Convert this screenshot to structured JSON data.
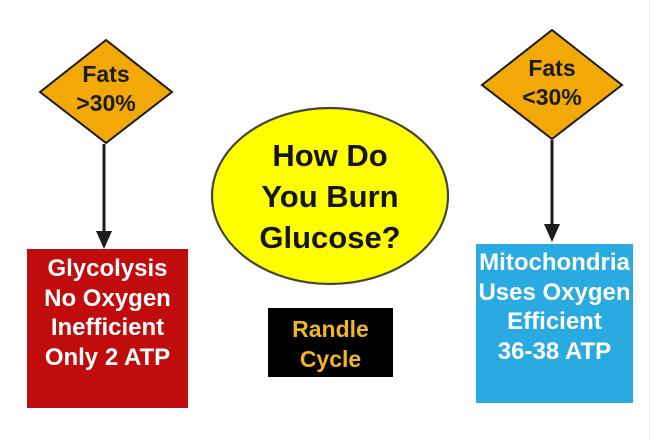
{
  "colors": {
    "canvas-bg": "#FFFFFF",
    "gold": "#F2A907",
    "gold-text": "#F0B429",
    "red": "#C00C0C",
    "blue": "#29ABE2",
    "yellow": "#FFFF00",
    "black": "#000000",
    "ink": "#1C1C1C",
    "white-text": "#FFFFFF"
  },
  "diagram": {
    "left_diamond": {
      "lines": [
        "Fats",
        ">30%"
      ]
    },
    "right_diamond": {
      "lines": [
        "Fats",
        "<30%"
      ]
    },
    "center_ellipse": {
      "lines": [
        "How Do",
        "You Burn",
        "Glucose?"
      ]
    },
    "red_box": {
      "lines": [
        "Glycolysis",
        "No Oxygen",
        "Inefficient",
        "Only 2 ATP"
      ]
    },
    "black_box": {
      "lines": [
        "Randle",
        "Cycle"
      ]
    },
    "blue_box": {
      "lines": [
        "Mitochondria",
        "Uses Oxygen",
        "Efficient",
        "36-38 ATP"
      ]
    }
  }
}
